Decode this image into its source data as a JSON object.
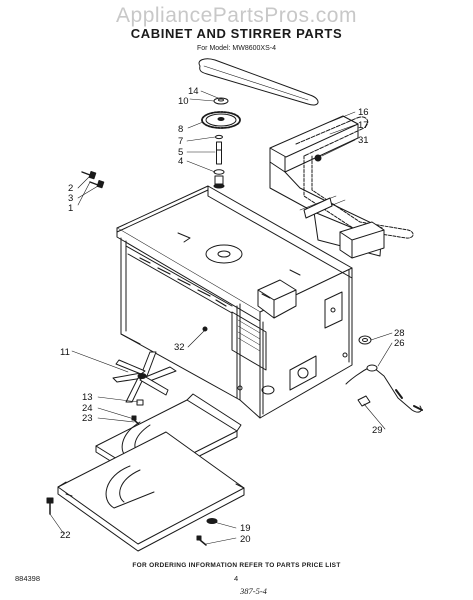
{
  "watermark": "AppliancePartsPros.com",
  "title": "CABINET AND STIRRER PARTS",
  "model": "For Model: MW8600XS-4",
  "callouts": {
    "p14": "14",
    "p10": "10",
    "p8": "8",
    "p7": "7",
    "p5": "5",
    "p4": "4",
    "p2": "2",
    "p3": "3",
    "p1": "1",
    "p16": "16",
    "p17": "17",
    "p31": "31",
    "p28": "28",
    "p26": "26",
    "p29": "29",
    "p32": "32",
    "p11": "11",
    "p13": "13",
    "p24": "24",
    "p23": "23",
    "p22": "22",
    "p19": "19",
    "p20": "20"
  },
  "footer": {
    "ordering_note": "FOR ORDERING INFORMATION REFER TO PARTS PRICE LIST",
    "catalog_number": "884398",
    "page_number": "4",
    "handwritten": "387-5-4"
  },
  "colors": {
    "ink": "#1a1a1a",
    "watermark": "#c8c8c8"
  }
}
